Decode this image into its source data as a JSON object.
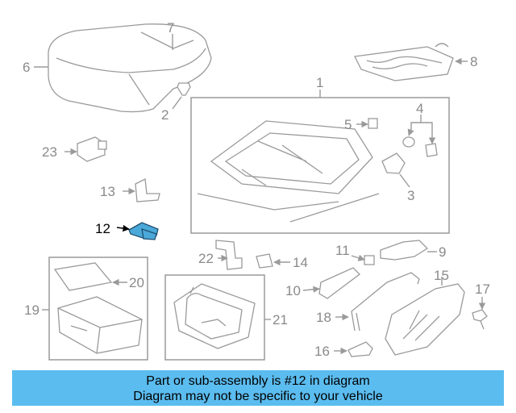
{
  "diagram": {
    "callouts": {
      "c1": "1",
      "c2": "2",
      "c3": "3",
      "c4": "4",
      "c5": "5",
      "c6": "6",
      "c7": "7",
      "c8": "8",
      "c9": "9",
      "c10": "10",
      "c11": "11",
      "c12": "12",
      "c13": "13",
      "c14": "14",
      "c15": "15",
      "c16": "16",
      "c17": "17",
      "c18": "18",
      "c19": "19",
      "c20": "20",
      "c21": "21",
      "c22": "22",
      "c23": "23"
    },
    "highlighted_part": "12",
    "highlight_color": "#4aa9d8"
  },
  "caption": {
    "line1": "Part or sub-assembly is #12 in diagram",
    "line2": "Diagram may not be specific to your vehicle",
    "background": "#5bbcef"
  }
}
